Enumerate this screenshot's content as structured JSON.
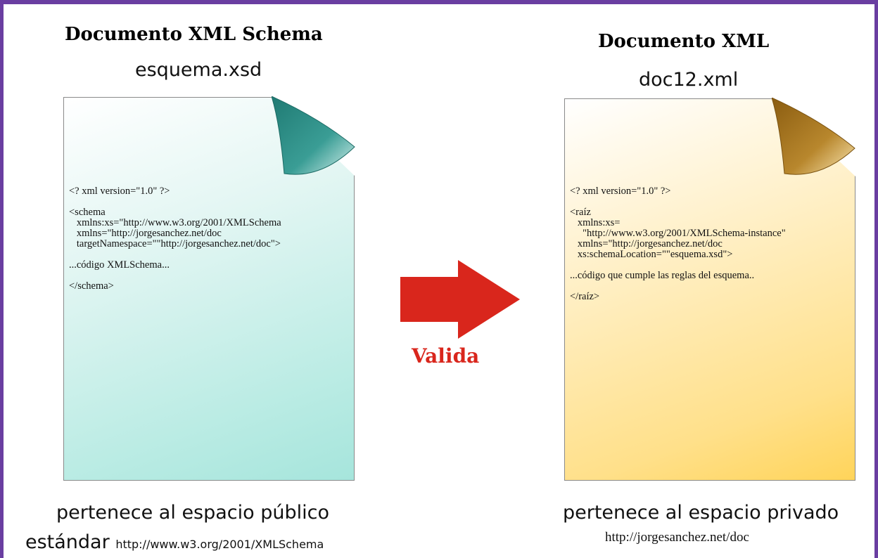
{
  "left": {
    "title": "Documento XML Schema",
    "filename": "esquema.xsd",
    "code": "<? xml version=\"1.0\" ?>\n\n<schema\n   xmlns:xs=\"http://www.w3.org/2001/XMLSchema\n   xmlns=\"http://jorgesanchez.net/doc\n   targetNamespace=\"\"http://jorgesanchez.net/doc\">\n\n...código XMLSchema...\n\n</schema>",
    "caption_line1": "pertenece al espacio público",
    "caption_line2": "estándar",
    "caption_url": "http://www.w3.org/2001/XMLSchema",
    "page_color": "#a6e5dc",
    "fold_color": "#2a8a82"
  },
  "right": {
    "title": "Documento XML",
    "filename": "doc12.xml",
    "code": "<? xml version=\"1.0\" ?>\n\n<raíz\n   xmlns:xs=\n     \"http://www.w3.org/2001/XMLSchema-instance\"\n   xmlns=\"http://jorgesanchez.net/doc\n   xs:schemaLocation=\"\"esquema.xsd\">\n\n...código que cumple las reglas del esquema..\n\n</raíz>",
    "caption_line1": "pertenece al espacio privado",
    "caption_url": "http://jorgesanchez.net/doc",
    "page_color": "#ffd45a",
    "fold_color": "#9a6b14"
  },
  "arrow": {
    "label": "Valida",
    "color": "#d9261c"
  },
  "frame_color": "#6a3ea1"
}
